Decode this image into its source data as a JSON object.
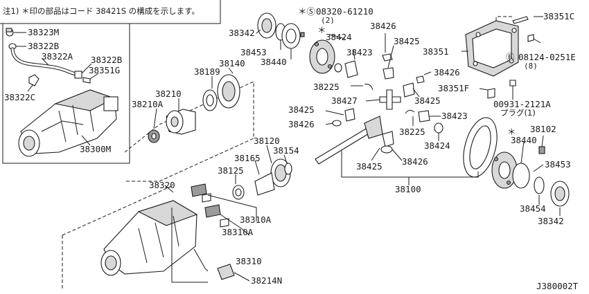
{
  "diagram": {
    "note": "注1) ＊印の部品はコード 38421S の構成を示します。",
    "drawing_id": "J380002T",
    "labels": {
      "p38323M": "38323M",
      "p38322B": "38322B",
      "p38322A": "38322A",
      "p38322B_2": "38322B",
      "p38351G": "38351G",
      "p38322C": "38322C",
      "p38300M": "38300M",
      "p38342_top": "38342",
      "p38453_top": "38453",
      "p38440_top": "38440",
      "s_mark": "＊Ⓢ",
      "p08320": "08320-61210",
      "p08320_qty": "(2)",
      "star_1": "＊",
      "p38424_a": "38424",
      "p38423_a": "38423",
      "p38426_a": "38426",
      "p38425_a": "38425",
      "p38426_b": "38426",
      "p38225_a": "38225",
      "p38427": "38427",
      "p38425_b": "38425",
      "p38425_c": "38425",
      "p38426_c": "38426",
      "p38423_b": "38423",
      "p38225_b": "38225",
      "p38424_b": "38424",
      "p38425_d": "38425",
      "p38426_d": "38426",
      "p38351C": "38351C",
      "p38351": "38351",
      "b_mark": "Ⓑ",
      "p08124": "08124-0251E",
      "p08124_qty": "(8)",
      "p38351F": "38351F",
      "p00931": "00931-2121A",
      "plug": "プラグ(1)",
      "p38140": "38140",
      "p38189": "38189",
      "p38210": "38210",
      "p38210A": "38210A",
      "p38120": "38120",
      "p38165": "38165",
      "p38154": "38154",
      "p38125": "38125",
      "p38100": "38100",
      "star_2": "＊",
      "p38102": "38102",
      "p38440_r": "38440",
      "p38453_r": "38453",
      "p38454": "38454",
      "p38342_r": "38342",
      "p38320": "38320",
      "p38310A_1": "38310A",
      "p38310A_2": "38310A",
      "p38310": "38310",
      "p38214N": "38214N"
    }
  }
}
